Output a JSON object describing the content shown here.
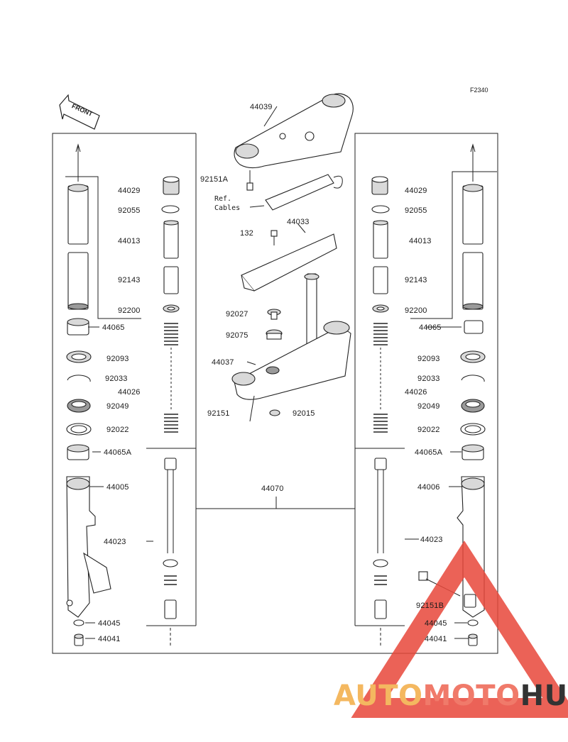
{
  "figure_code": "F2340",
  "front_arrow_label": "FRONT",
  "ref_cables_label": [
    "Ref.",
    "Cables"
  ],
  "watermark": {
    "words": [
      "AUTO",
      "MOTO",
      "HUB"
    ],
    "colors": [
      "#f4b860",
      "#f07a6a",
      "#333333"
    ],
    "triangle_color": "#e8463a"
  },
  "parts": {
    "l_44029": "44029",
    "l_92055": "92055",
    "l_44013": "44013",
    "l_92143": "92143",
    "l_92200": "92200",
    "l_44065": "44065",
    "l_92093": "92093",
    "l_92033": "92033",
    "l_44026": "44026",
    "l_92049": "92049",
    "l_92022": "92022",
    "l_44065A": "44065A",
    "l_44005": "44005",
    "l_44023": "44023",
    "l_44045": "44045",
    "l_44041": "44041",
    "c_44039": "44039",
    "c_92151A": "92151A",
    "c_132": "132",
    "c_44033": "44033",
    "c_92027": "92027",
    "c_92075": "92075",
    "c_44037": "44037",
    "c_92151": "92151",
    "c_92015": "92015",
    "c_44070": "44070",
    "r_44029": "44029",
    "r_92055": "92055",
    "r_44013": "44013",
    "r_92143": "92143",
    "r_92200": "92200",
    "r_44065": "44065",
    "r_92093": "92093",
    "r_92033": "92033",
    "r_44026": "44026",
    "r_92049": "92049",
    "r_92022": "92022",
    "r_44065A": "44065A",
    "r_44006": "44006",
    "r_44023": "44023",
    "r_92151B": "92151B",
    "r_44045": "44045",
    "r_44041": "44041"
  }
}
